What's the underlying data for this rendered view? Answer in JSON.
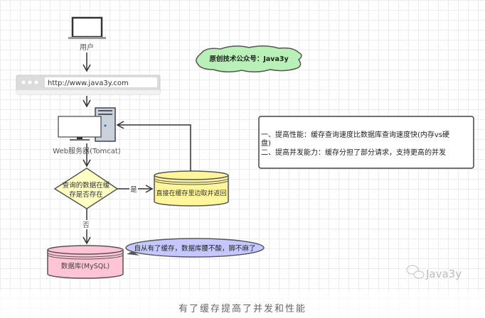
{
  "user_label": "用户",
  "url": "http://www.java3y.com",
  "server_label": "Web服务器(Tomcat)",
  "decision": {
    "line1": "查询的数据在缓",
    "line2": "存是否存在"
  },
  "yes_label": "是",
  "no_label": "否",
  "cache_label": "直接在缓存里边取并返回",
  "db_label": "数据库(MySQL)",
  "db_bubble": "自从有了缓存，数据库腰不酸，脚不麻了",
  "cloud_text": "原创技术公众号：Java3y",
  "notes": {
    "line1": "一、提高性能：缓存查询速度比数据库查询速度快(内存vs硬",
    "line2": "盘)",
    "line3": "二、提高并发能力：缓存分担了部分请求，支持更高的并发"
  },
  "watermark": "Java3y",
  "caption": "有了缓存提高了并发和性能",
  "colors": {
    "cloud": "#b8f0b8",
    "cache": "#fff59a",
    "db": "#ffc4d6",
    "bubble": "#c4c8ff",
    "decision": "#ffffc4"
  }
}
